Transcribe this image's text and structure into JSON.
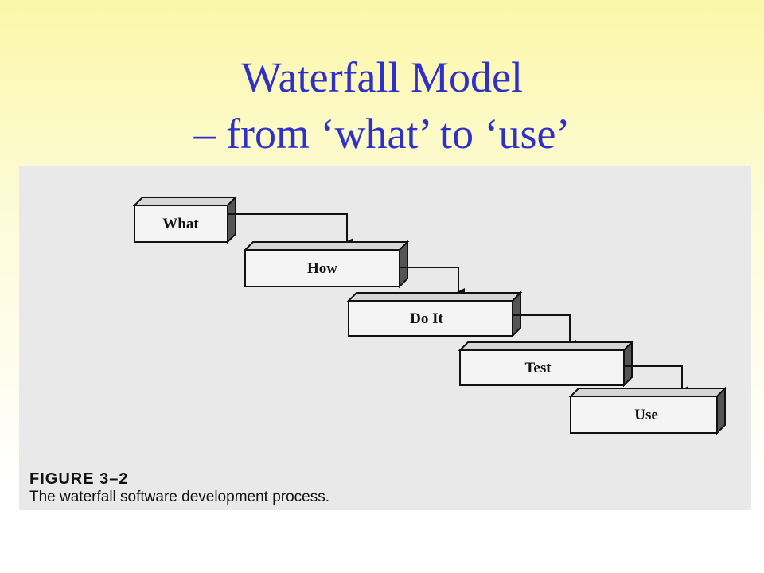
{
  "slide": {
    "title_line1": "Waterfall Model",
    "title_line2": "– from ‘what’ to ‘use’"
  },
  "figure": {
    "number": "FIGURE 3–2",
    "caption": "The waterfall software development process.",
    "steps": [
      {
        "label": "What"
      },
      {
        "label": "How"
      },
      {
        "label": "Do It"
      },
      {
        "label": "Test"
      },
      {
        "label": "Use"
      }
    ]
  },
  "colors": {
    "title": "#2f2fcc",
    "background_top": "#fbf7a8",
    "figure_background": "#e9e9e9"
  }
}
